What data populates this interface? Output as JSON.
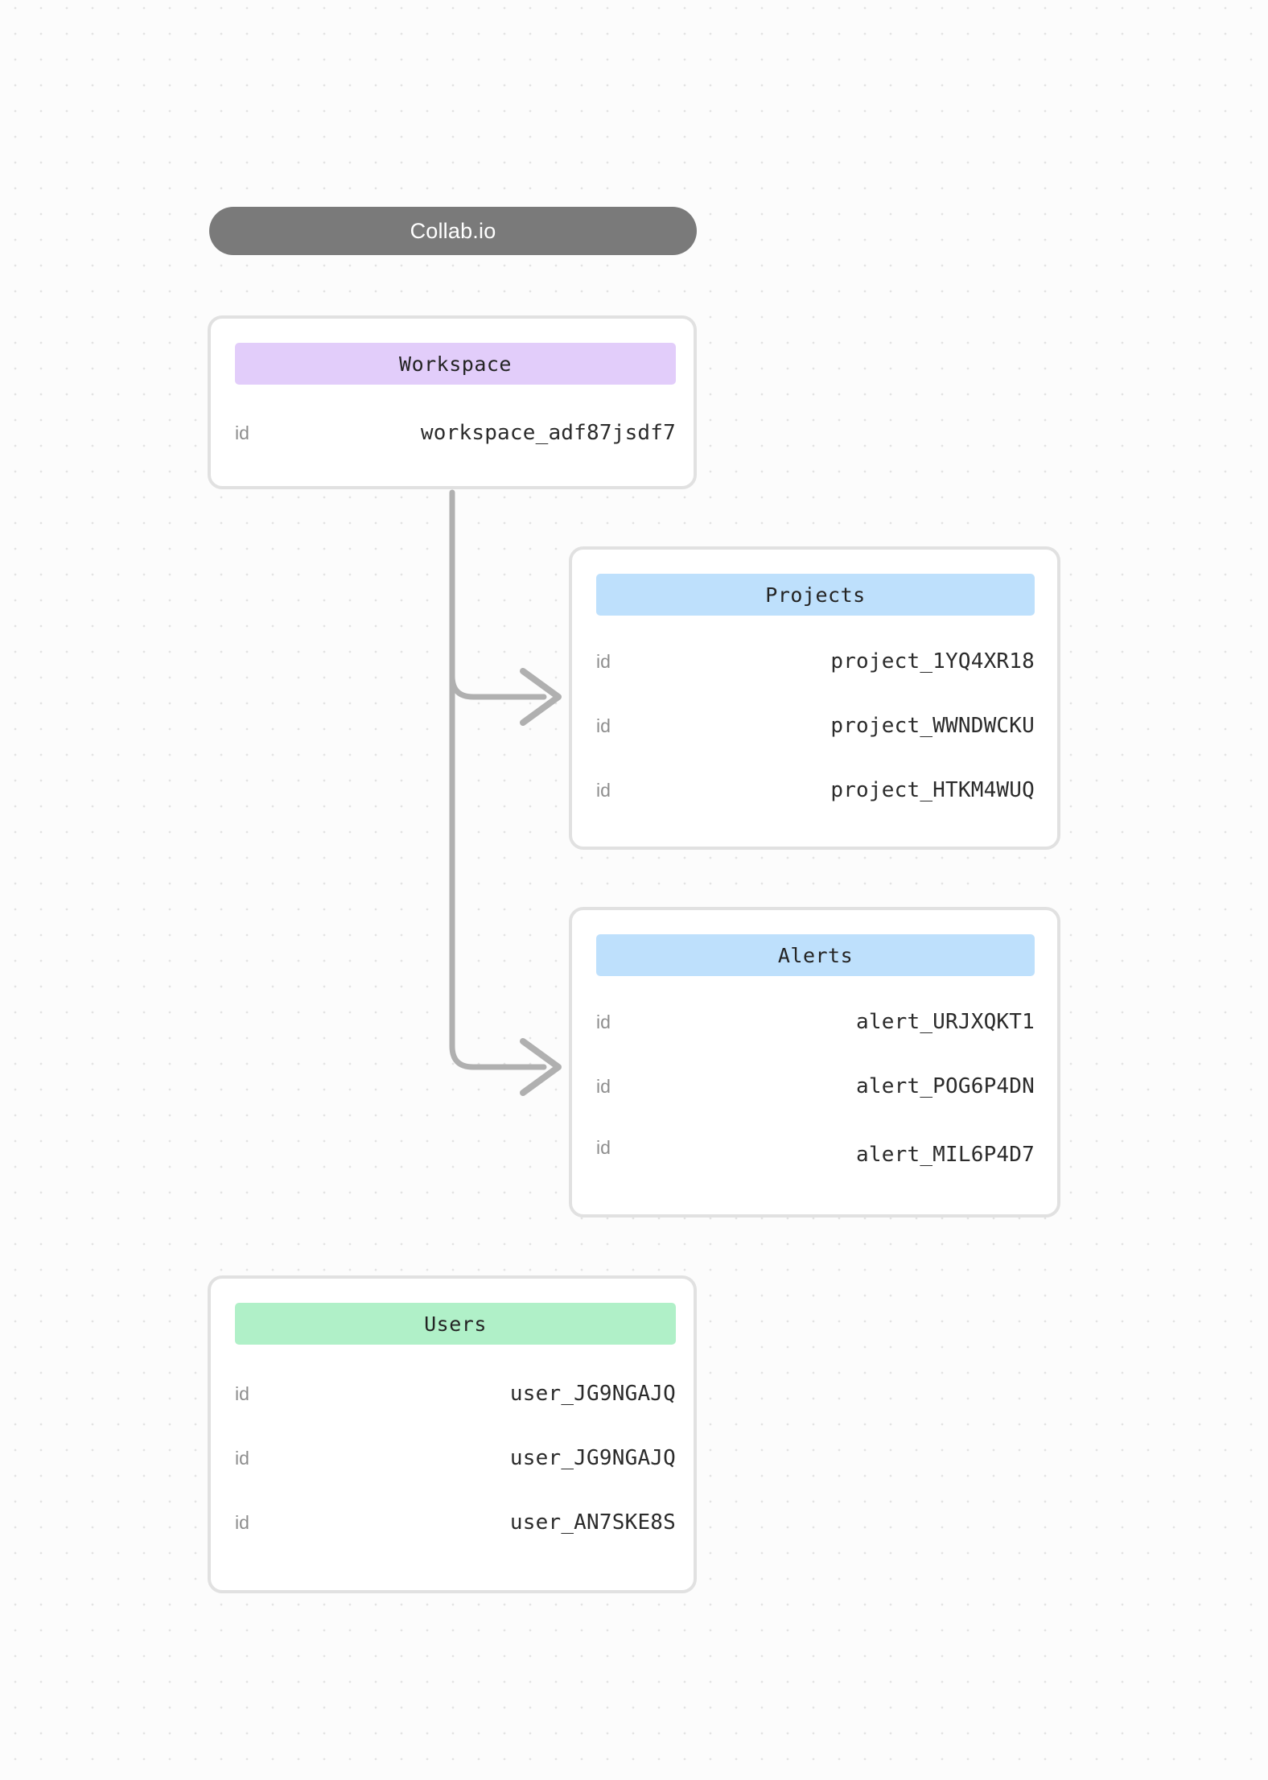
{
  "app": {
    "title": "Collab.io",
    "background": "#fcfcfc",
    "dot_color": "#e3e3e3",
    "title_pill_color": "#7a7a7a",
    "connector_color": "#b0b0b0",
    "card_border_color": "#e1e1e1"
  },
  "entities": [
    {
      "name": "Workspace",
      "banner_color": "#e2cdfa",
      "rows": [
        {
          "key": "id",
          "value": "workspace_adf87jsdf7"
        }
      ]
    },
    {
      "name": "Projects",
      "banner_color": "#bee0fc",
      "rows": [
        {
          "key": "id",
          "value": "project_1YQ4XR18"
        },
        {
          "key": "id",
          "value": "project_WWNDWCKU"
        },
        {
          "key": "id",
          "value": "project_HTKM4WUQ"
        }
      ]
    },
    {
      "name": "Alerts",
      "banner_color": "#bee0fc",
      "rows": [
        {
          "key": "id",
          "value": "alert_URJXQKT1"
        },
        {
          "key": "id",
          "value": "alert_POG6P4DN"
        },
        {
          "key": "id",
          "value": "alert_MIL6P4D7"
        }
      ]
    },
    {
      "name": "Users",
      "banner_color": "#b0f0c8",
      "rows": [
        {
          "key": "id",
          "value": "user_JG9NGAJQ"
        },
        {
          "key": "id",
          "value": "user_JG9NGAJQ"
        },
        {
          "key": "id",
          "value": "user_AN7SKE8S"
        }
      ]
    }
  ],
  "connections": [
    {
      "from": "Workspace",
      "to": "Projects"
    },
    {
      "from": "Workspace",
      "to": "Alerts"
    }
  ]
}
